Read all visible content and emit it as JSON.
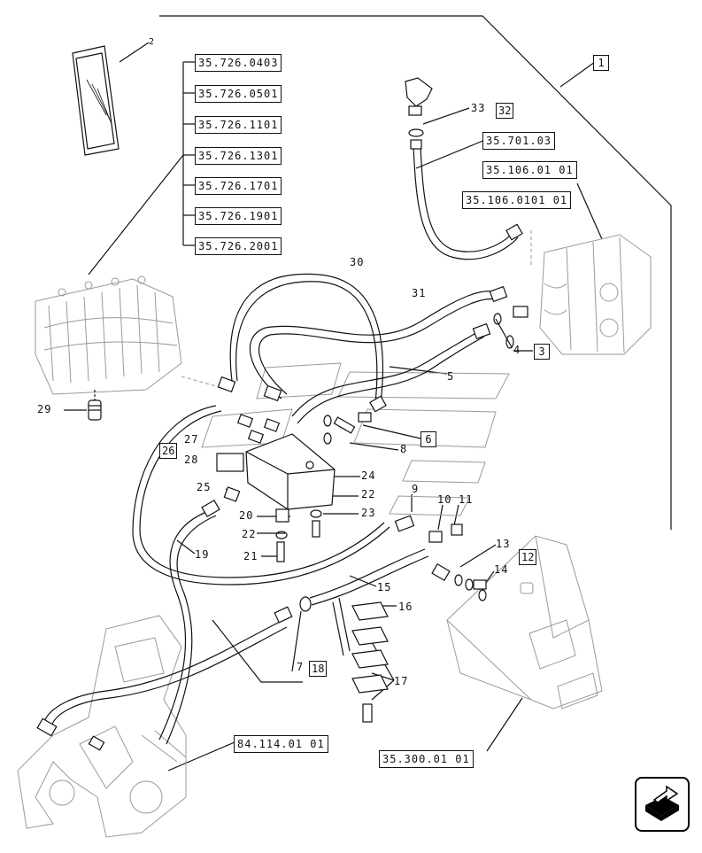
{
  "references": {
    "r0403": "35.726.0403",
    "r0501": "35.726.0501",
    "r1101": "35.726.1101",
    "r1301": "35.726.1301",
    "r1701": "35.726.1701",
    "r1901": "35.726.1901",
    "r2001": "35.726.2001",
    "r70103": "35.701.03",
    "r1060101": "35.106.01 01",
    "r10601010101": "35.106.0101 01",
    "r3000101": "35.300.01 01",
    "r8411401": "84.114.01 01"
  },
  "callouts": {
    "c1": "1",
    "c2": "2",
    "c3": "3",
    "c4": "4",
    "c5": "5",
    "c6": "6",
    "c7": "7",
    "c8": "8",
    "c9": "9",
    "c10": "10",
    "c11": "11",
    "c12": "12",
    "c13": "13",
    "c14": "14",
    "c15": "15",
    "c16": "16",
    "c17": "17",
    "c18": "18",
    "c19": "19",
    "c20": "20",
    "c21": "21",
    "c22a": "22",
    "c22b": "22",
    "c23": "23",
    "c24": "24",
    "c25": "25",
    "c26": "26",
    "c27": "27",
    "c28": "28",
    "c29": "29",
    "c30": "30",
    "c31": "31",
    "c32": "32",
    "c33": "33"
  },
  "colors": {
    "line": "#111111",
    "ghost": "#9a9a9a"
  },
  "nav": {
    "icon": "next-page-arrow-icon"
  }
}
